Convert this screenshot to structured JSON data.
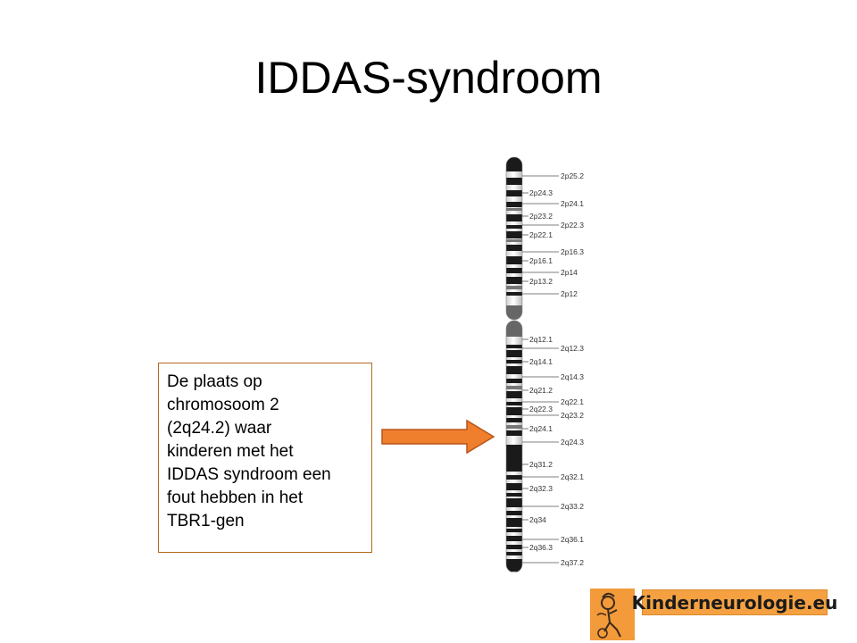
{
  "slide": {
    "title": "IDDAS-syndroom"
  },
  "callout": {
    "lines": [
      "De plaats op",
      "chromosoom 2",
      "(2q24.2) waar",
      "kinderen met het",
      "IDDAS syndroom een",
      "fout hebben in het",
      "TBR1-gen"
    ]
  },
  "ideogram": {
    "left_labels": [
      "2p24.3",
      "2p23.2",
      "2p22.1",
      "2p16.1",
      "2p13.2",
      "2q12.1",
      "2q14.1",
      "2q21.2",
      "2q22.3",
      "2q24.1",
      "2q31.2",
      "2q32.3",
      "2q34",
      "2q36.3"
    ],
    "right_labels": [
      "2p25.2",
      "2p24.1",
      "2p22.3",
      "2p16.3",
      "2p14",
      "2p12",
      "2q12.3",
      "2q14.3",
      "2q22.1",
      "2q23.2",
      "2q24.3",
      "2q32.1",
      "2q33.2",
      "2q36.1",
      "2q37.2"
    ]
  },
  "logo": {
    "text": "Kinderneurologie.eu"
  },
  "colors": {
    "arrow_fill": "#f07f2d",
    "arrow_stroke": "#b8551a",
    "callout_border": "#b46a1e",
    "logo_background": "#f5a142"
  }
}
